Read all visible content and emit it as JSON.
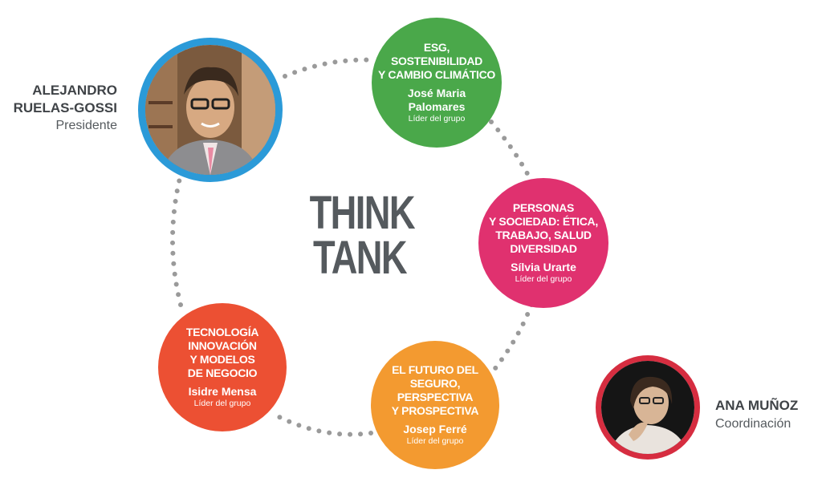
{
  "title": {
    "line1": "THINK",
    "line2": "TANK"
  },
  "president": {
    "name_line1": "ALEJANDRO",
    "name_line2": "RUELAS-GOSSI",
    "role": "Presidente",
    "ring_color": "#2b9ad8"
  },
  "coordinator": {
    "name": "ANA MUÑOZ",
    "role": "Coordinación",
    "ring_color": "#d62d40"
  },
  "groups": [
    {
      "topic": [
        "ESG,",
        "SOSTENIBILIDAD",
        "Y CAMBIO CLIMÁTICO"
      ],
      "leader": [
        "José Maria",
        "Palomares"
      ],
      "role": "Líder del grupo",
      "color": "#4aa84a"
    },
    {
      "topic": [
        "PERSONAS",
        "Y SOCIEDAD: ÉTICA,",
        "TRABAJO, SALUD",
        "DIVERSIDAD"
      ],
      "leader": [
        "Sílvia Urarte"
      ],
      "role": "Líder del grupo",
      "color": "#e0316f"
    },
    {
      "topic": [
        "EL FUTURO DEL",
        "SEGURO,",
        "PERSPECTIVA",
        "Y PROSPECTIVA"
      ],
      "leader": [
        "Josep Ferré"
      ],
      "role": "Líder del grupo",
      "color": "#f39a30"
    },
    {
      "topic": [
        "TECNOLOGÍA",
        "INNOVACIÓN",
        "Y MODELOS",
        "DE NEGOCIO"
      ],
      "leader": [
        "Isidre Mensa"
      ],
      "role": "Líder del grupo",
      "color": "#ec5033"
    }
  ],
  "colors": {
    "dots": "#9a9a9a",
    "title": "#555a5e"
  }
}
